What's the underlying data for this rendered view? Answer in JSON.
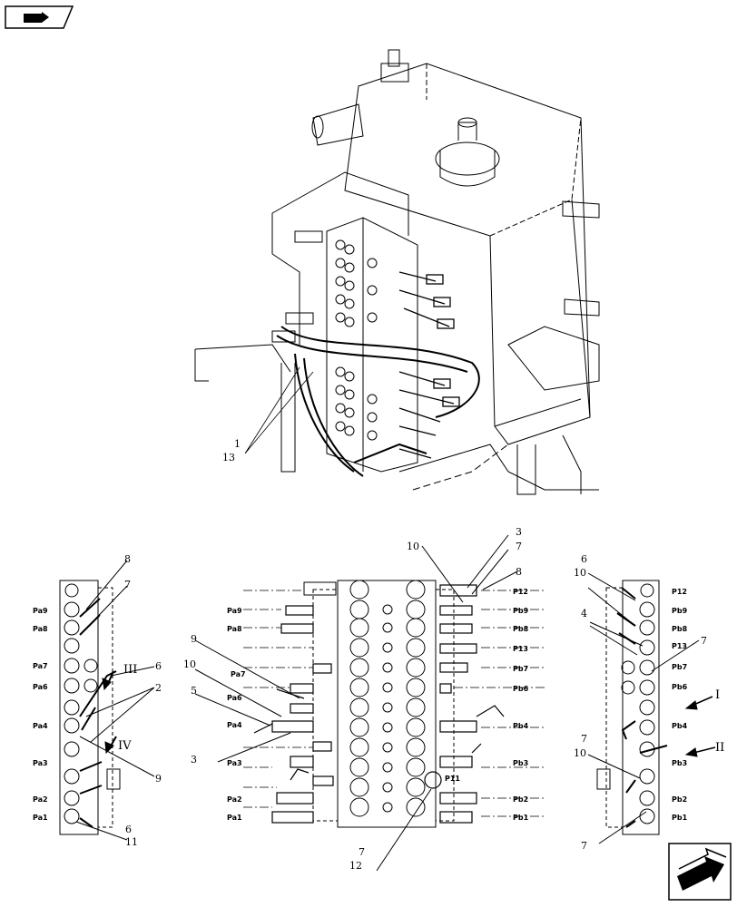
{
  "nav": {
    "top_button_icon": "book-arrow-icon",
    "bottom_button_icon": "next-page-arrow-icon"
  },
  "left_view": {
    "port_labels": [
      "Pa9",
      "Pa8",
      "Pa7",
      "Pa6",
      "Pa4",
      "Pa3",
      "Pa2",
      "Pa1"
    ],
    "callouts": [
      "8",
      "7",
      "6",
      "2",
      "9",
      "6",
      "11"
    ],
    "section_marks": [
      "III",
      "IV"
    ]
  },
  "center_view": {
    "left_ports": [
      "Pa9",
      "Pa8",
      "Pa7",
      "Pa6",
      "Pa4",
      "Pa3",
      "Pa2",
      "Pa1"
    ],
    "right_ports": [
      "P12",
      "Pb9",
      "Pb8",
      "P13",
      "Pb7",
      "Pb6",
      "Pb4",
      "Pb3",
      "Pb2",
      "Pb1"
    ],
    "p11": "P11",
    "callouts_top": [
      "3",
      "10",
      "7",
      "8"
    ],
    "callouts_left": [
      "9",
      "10",
      "5",
      "3"
    ],
    "callouts_bottom": [
      "7",
      "12"
    ]
  },
  "right_view": {
    "port_labels": [
      "P12",
      "Pb9",
      "Pb8",
      "P13",
      "Pb7",
      "Pb6",
      "Pb4",
      "Pb3",
      "Pb2",
      "Pb1"
    ],
    "callouts": [
      "6",
      "10",
      "4",
      "7",
      "7",
      "10",
      "7"
    ],
    "section_marks": [
      "I",
      "II"
    ]
  },
  "iso_view": {
    "callouts": [
      "1",
      "13"
    ]
  }
}
